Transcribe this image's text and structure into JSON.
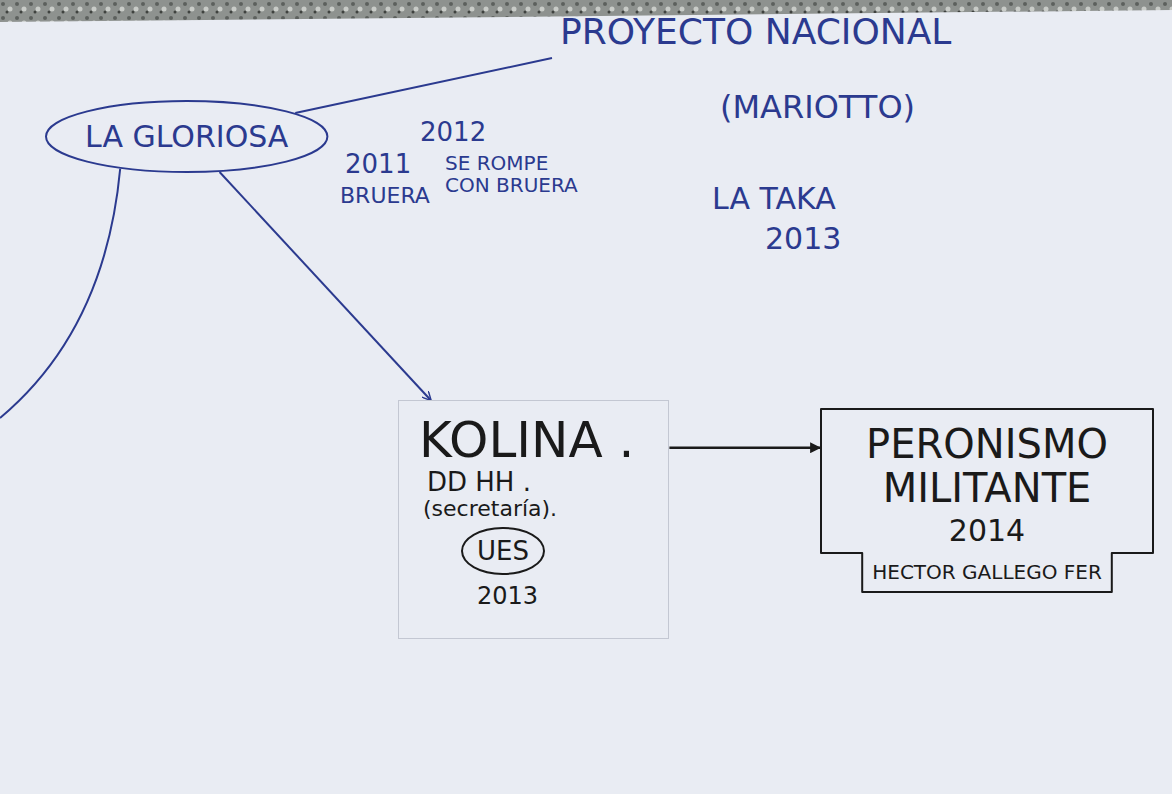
{
  "diagram": {
    "nodes": [
      {
        "text": [
          "LA GLORIOSA"
        ]
      },
      {
        "text": [
          "KOLINA .",
          "DD HH .",
          "(secretaría).",
          "2013"
        ]
      },
      {
        "text": [
          "UES"
        ],
        "in": 1
      },
      {
        "text": [
          "PERONISMO MILITANTE",
          "2014",
          "HECTOR GALLEGO FER"
        ]
      }
    ],
    "edges": [
      {
        "from": 0,
        "to": 1,
        "arrow": "to"
      },
      {
        "from": 1,
        "to": 3,
        "arrow": "to"
      }
    ],
    "labels": [
      "PROYECTO NACIONAL",
      "(MARIOTTO)",
      "2011",
      "BRUERA",
      "2012",
      "SE ROMPE CON BRUERA",
      "LA TAKA",
      "2013"
    ]
  }
}
